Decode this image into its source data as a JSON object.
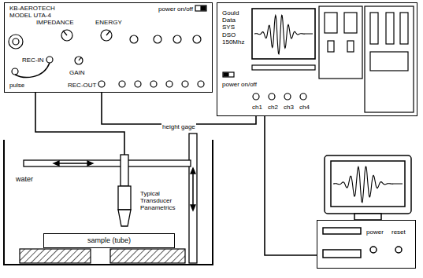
{
  "diagram": {
    "nodes": [
      {
        "text": [
          "KB-AEROTECH MODEL UTA-4",
          "IMPEDANCE",
          "ENERGY",
          "power on/off",
          "REC-IN",
          "pulse",
          "GAIN",
          "REC-OUT"
        ]
      },
      {
        "text": [
          "Gould Data SYS DSO 150Mhz",
          "power on/off",
          "ch1",
          "ch2",
          "ch3",
          "ch4"
        ]
      },
      {
        "text": [
          "water"
        ]
      },
      {
        "text": [
          "Typical Transducer Panametrics"
        ],
        "in": 2
      },
      {
        "text": [
          "sample (tube)"
        ],
        "in": 2
      },
      {
        "text": [
          "power",
          "reset"
        ]
      }
    ],
    "edges": [
      {
        "from": 0,
        "to": 3,
        "arrow": "none"
      },
      {
        "from": 0,
        "to": 1,
        "arrow": "none"
      },
      {
        "from": 1,
        "to": 5,
        "arrow": "none"
      }
    ],
    "labels": [
      "height gage"
    ]
  }
}
